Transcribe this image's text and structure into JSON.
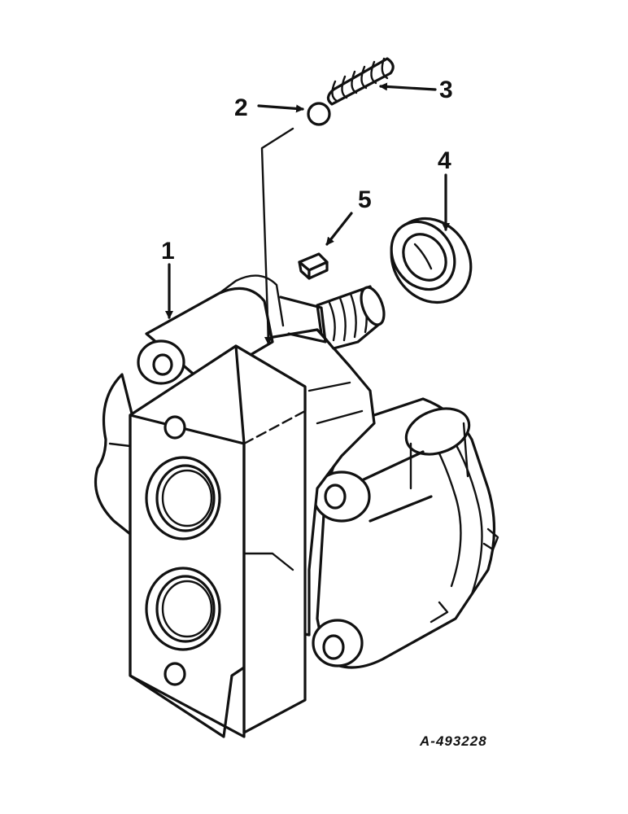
{
  "callouts": [
    {
      "id": "1",
      "label": "1"
    },
    {
      "id": "2",
      "label": "2"
    },
    {
      "id": "3",
      "label": "3"
    },
    {
      "id": "4",
      "label": "4"
    },
    {
      "id": "5",
      "label": "5"
    }
  ],
  "drawing_number": "A-493228",
  "colors": {
    "ink": "#111111",
    "paper": "#ffffff"
  }
}
